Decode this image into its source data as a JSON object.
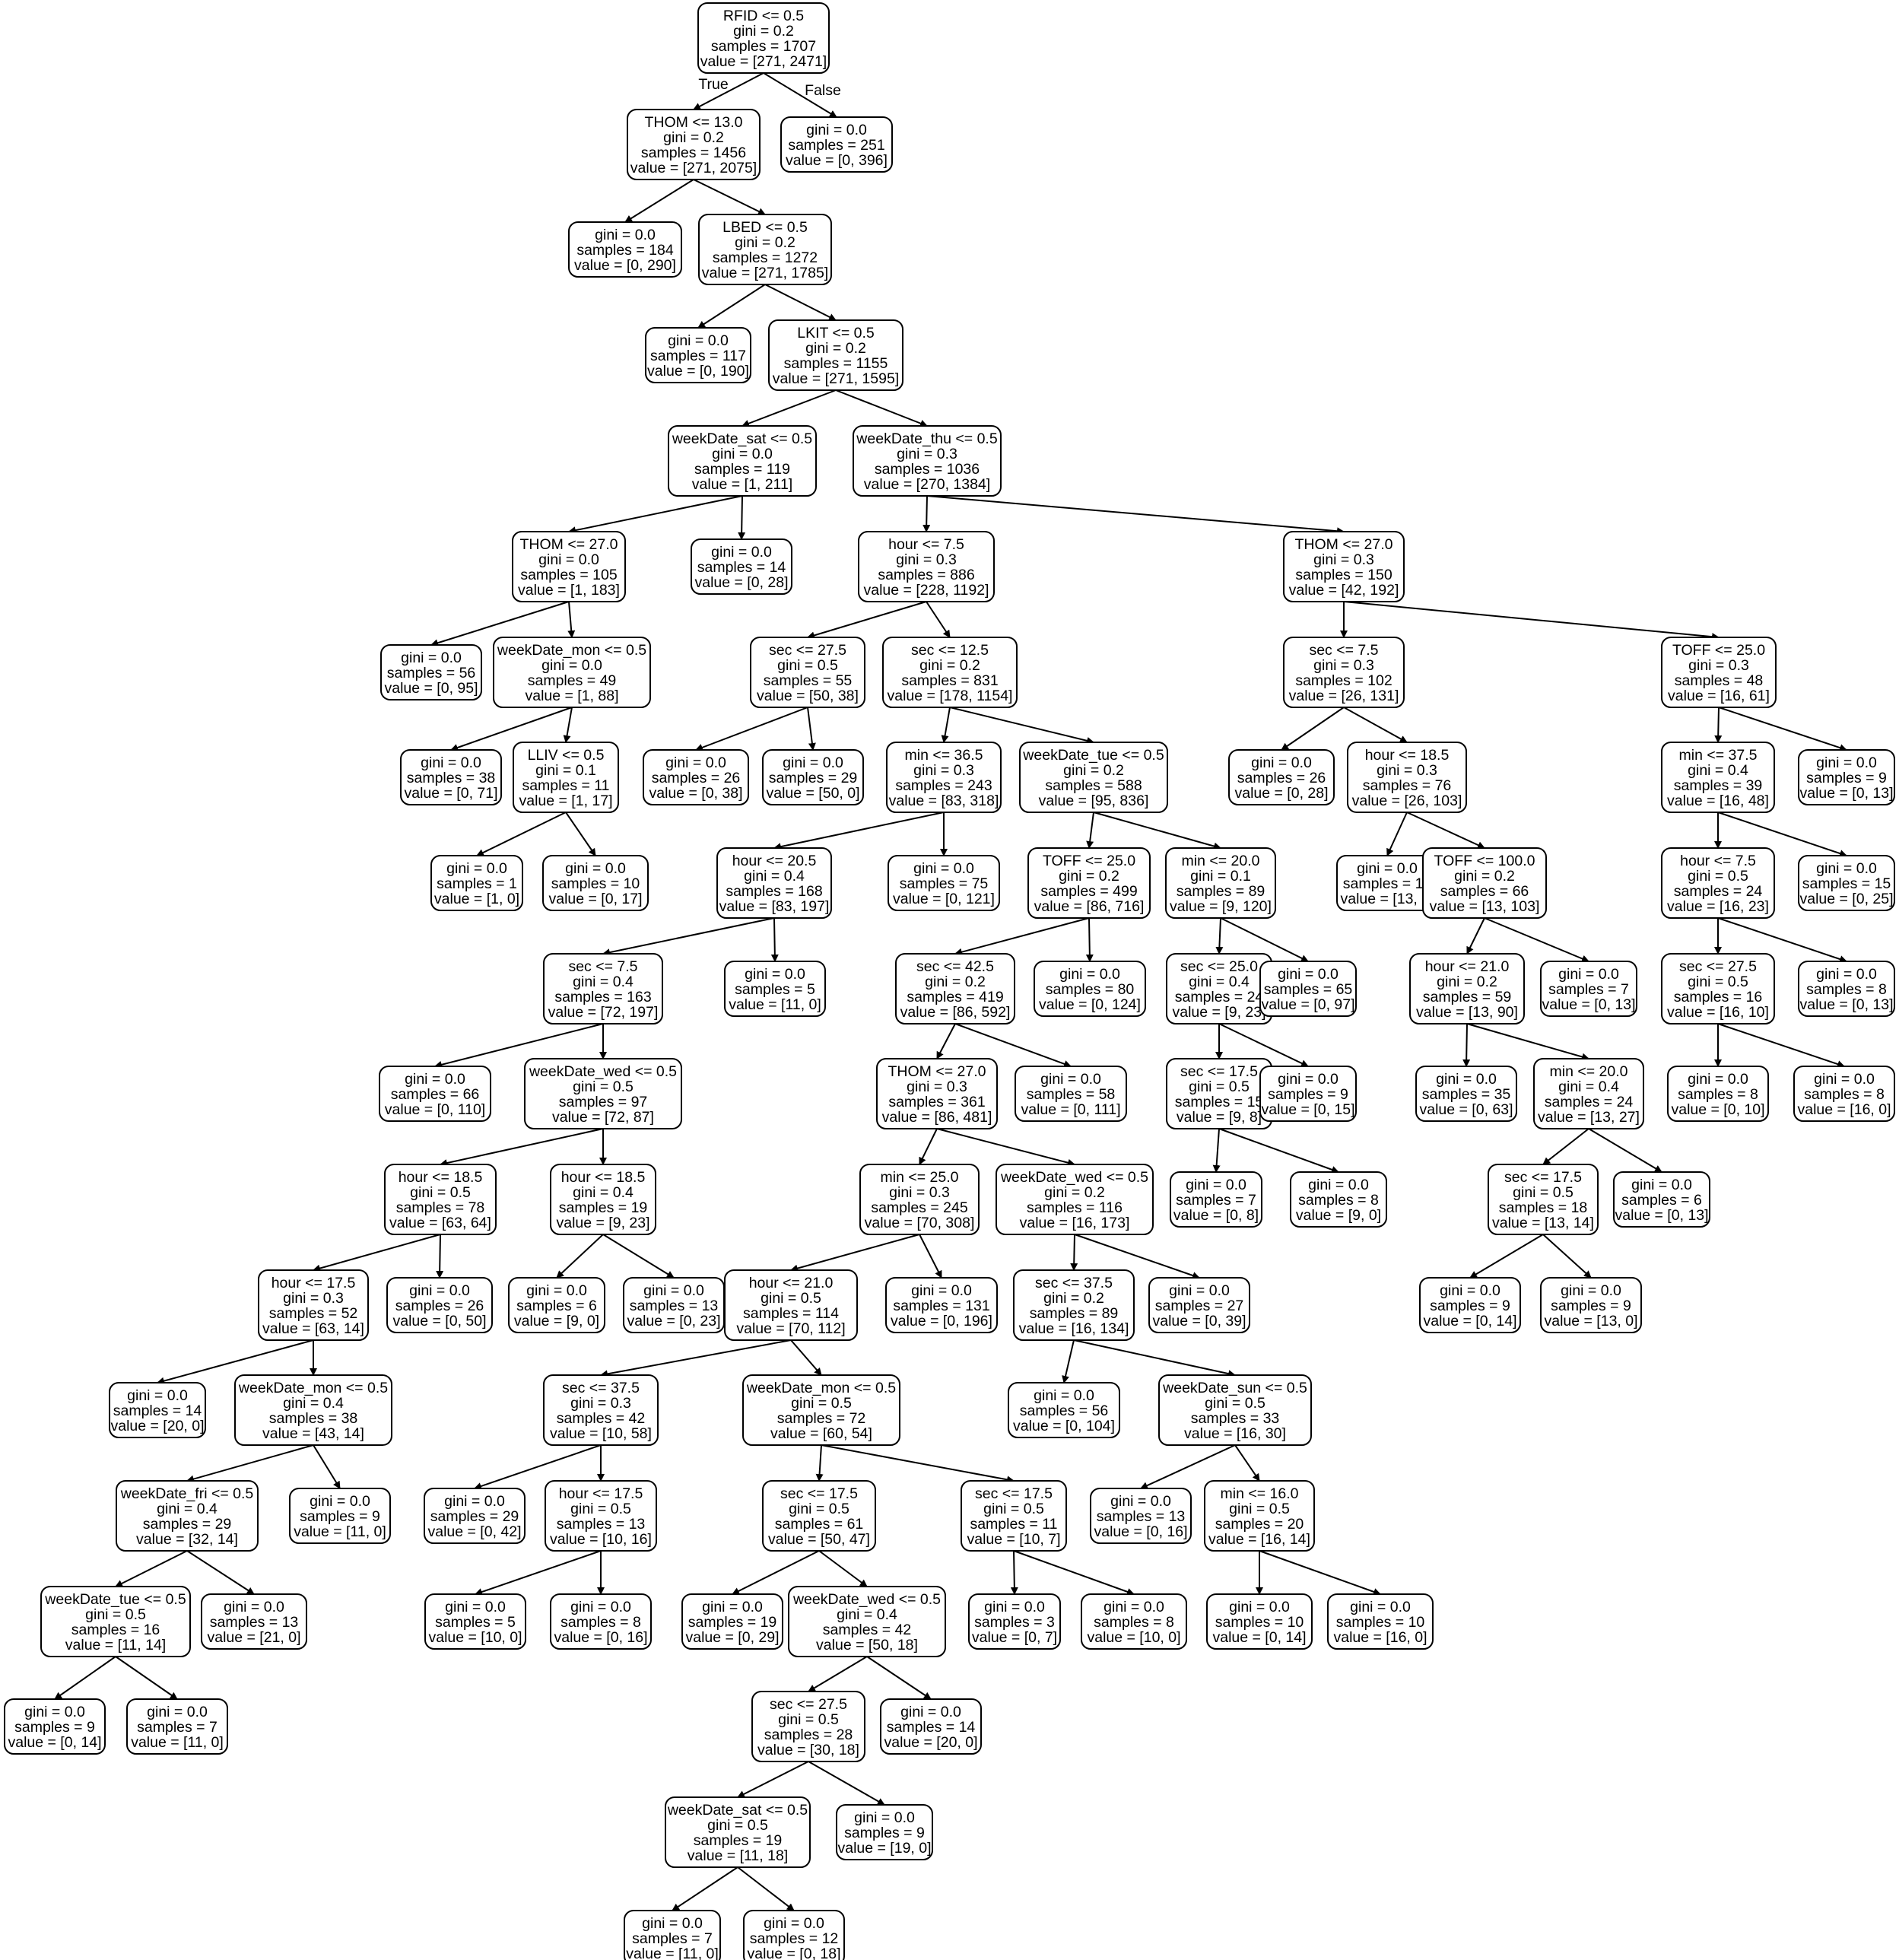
{
  "edge_labels": [
    "True",
    "False"
  ],
  "nodes": [
    {
      "id": "n1",
      "lines": [
        "RFID <= 0.5",
        "gini = 0.2",
        "samples = 1707",
        "value = [271, 2471]"
      ]
    },
    {
      "id": "n2",
      "lines": [
        "THOM <= 13.0",
        "gini = 0.2",
        "samples = 1456",
        "value = [271, 2075]"
      ]
    },
    {
      "id": "n3",
      "lines": [
        "gini = 0.0",
        "samples = 251",
        "value = [0, 396]"
      ]
    },
    {
      "id": "n4",
      "lines": [
        "gini = 0.0",
        "samples = 184",
        "value = [0, 290]"
      ]
    },
    {
      "id": "n5",
      "lines": [
        "LBED <= 0.5",
        "gini = 0.2",
        "samples = 1272",
        "value = [271, 1785]"
      ]
    },
    {
      "id": "n6",
      "lines": [
        "gini = 0.0",
        "samples = 117",
        "value = [0, 190]"
      ]
    },
    {
      "id": "n7",
      "lines": [
        "LKIT <= 0.5",
        "gini = 0.2",
        "samples = 1155",
        "value = [271, 1595]"
      ]
    },
    {
      "id": "n8",
      "lines": [
        "weekDate_sat <= 0.5",
        "gini = 0.0",
        "samples = 119",
        "value = [1, 211]"
      ]
    },
    {
      "id": "n9",
      "lines": [
        "weekDate_thu <= 0.5",
        "gini = 0.3",
        "samples = 1036",
        "value = [270, 1384]"
      ]
    },
    {
      "id": "n10",
      "lines": [
        "THOM <= 27.0",
        "gini = 0.0",
        "samples = 105",
        "value = [1, 183]"
      ]
    },
    {
      "id": "n11",
      "lines": [
        "gini = 0.0",
        "samples = 14",
        "value = [0, 28]"
      ]
    },
    {
      "id": "n12",
      "lines": [
        "hour <= 7.5",
        "gini = 0.3",
        "samples = 886",
        "value = [228, 1192]"
      ]
    },
    {
      "id": "n13",
      "lines": [
        "THOM <= 27.0",
        "gini = 0.3",
        "samples = 150",
        "value = [42, 192]"
      ]
    },
    {
      "id": "n14",
      "lines": [
        "gini = 0.0",
        "samples = 56",
        "value = [0, 95]"
      ]
    },
    {
      "id": "n15",
      "lines": [
        "weekDate_mon <= 0.5",
        "gini = 0.0",
        "samples = 49",
        "value = [1, 88]"
      ]
    },
    {
      "id": "n16",
      "lines": [
        "sec <= 27.5",
        "gini = 0.5",
        "samples = 55",
        "value = [50, 38]"
      ]
    },
    {
      "id": "n17",
      "lines": [
        "sec <= 12.5",
        "gini = 0.2",
        "samples = 831",
        "value = [178, 1154]"
      ]
    },
    {
      "id": "n18",
      "lines": [
        "sec <= 7.5",
        "gini = 0.3",
        "samples = 102",
        "value = [26, 131]"
      ]
    },
    {
      "id": "n19",
      "lines": [
        "TOFF <= 25.0",
        "gini = 0.3",
        "samples = 48",
        "value = [16, 61]"
      ]
    },
    {
      "id": "n20",
      "lines": [
        "gini = 0.0",
        "samples = 38",
        "value = [0, 71]"
      ]
    },
    {
      "id": "n21",
      "lines": [
        "LLIV <= 0.5",
        "gini = 0.1",
        "samples = 11",
        "value = [1, 17]"
      ]
    },
    {
      "id": "n22",
      "lines": [
        "gini = 0.0",
        "samples = 26",
        "value = [0, 38]"
      ]
    },
    {
      "id": "n23",
      "lines": [
        "gini = 0.0",
        "samples = 29",
        "value = [50, 0]"
      ]
    },
    {
      "id": "n24",
      "lines": [
        "min <= 36.5",
        "gini = 0.3",
        "samples = 243",
        "value = [83, 318]"
      ]
    },
    {
      "id": "n25",
      "lines": [
        "weekDate_tue <= 0.5",
        "gini = 0.2",
        "samples = 588",
        "value = [95, 836]"
      ]
    },
    {
      "id": "n26",
      "lines": [
        "gini = 0.0",
        "samples = 26",
        "value = [0, 28]"
      ]
    },
    {
      "id": "n27",
      "lines": [
        "hour <= 18.5",
        "gini = 0.3",
        "samples = 76",
        "value = [26, 103]"
      ]
    },
    {
      "id": "n28",
      "lines": [
        "min <= 37.5",
        "gini = 0.4",
        "samples = 39",
        "value = [16, 48]"
      ]
    },
    {
      "id": "n29",
      "lines": [
        "gini = 0.0",
        "samples = 9",
        "value = [0, 13]"
      ]
    },
    {
      "id": "n30",
      "lines": [
        "gini = 0.0",
        "samples = 1",
        "value = [1, 0]"
      ]
    },
    {
      "id": "n31",
      "lines": [
        "gini = 0.0",
        "samples = 10",
        "value = [0, 17]"
      ]
    },
    {
      "id": "n32",
      "lines": [
        "hour <= 20.5",
        "gini = 0.4",
        "samples = 168",
        "value = [83, 197]"
      ]
    },
    {
      "id": "n33",
      "lines": [
        "gini = 0.0",
        "samples = 75",
        "value = [0, 121]"
      ]
    },
    {
      "id": "n34",
      "lines": [
        "TOFF <= 25.0",
        "gini = 0.2",
        "samples = 499",
        "value = [86, 716]"
      ]
    },
    {
      "id": "n35",
      "lines": [
        "min <= 20.0",
        "gini = 0.1",
        "samples = 89",
        "value = [9, 120]"
      ]
    },
    {
      "id": "n36",
      "lines": [
        "gini = 0.0",
        "samples = 10",
        "value = [13, 0]"
      ]
    },
    {
      "id": "n37",
      "lines": [
        "TOFF <= 100.0",
        "gini = 0.2",
        "samples = 66",
        "value = [13, 103]"
      ]
    },
    {
      "id": "n38",
      "lines": [
        "hour <= 7.5",
        "gini = 0.5",
        "samples = 24",
        "value = [16, 23]"
      ]
    },
    {
      "id": "n39",
      "lines": [
        "gini = 0.0",
        "samples = 15",
        "value = [0, 25]"
      ]
    },
    {
      "id": "n40",
      "lines": [
        "sec <= 7.5",
        "gini = 0.4",
        "samples = 163",
        "value = [72, 197]"
      ]
    },
    {
      "id": "n41",
      "lines": [
        "gini = 0.0",
        "samples = 5",
        "value = [11, 0]"
      ]
    },
    {
      "id": "n42",
      "lines": [
        "sec <= 42.5",
        "gini = 0.2",
        "samples = 419",
        "value = [86, 592]"
      ]
    },
    {
      "id": "n43",
      "lines": [
        "gini = 0.0",
        "samples = 80",
        "value = [0, 124]"
      ]
    },
    {
      "id": "n44",
      "lines": [
        "sec <= 25.0",
        "gini = 0.4",
        "samples = 24",
        "value = [9, 23]"
      ]
    },
    {
      "id": "n45",
      "lines": [
        "gini = 0.0",
        "samples = 65",
        "value = [0, 97]"
      ]
    },
    {
      "id": "n46",
      "lines": [
        "hour <= 21.0",
        "gini = 0.2",
        "samples = 59",
        "value = [13, 90]"
      ]
    },
    {
      "id": "n47",
      "lines": [
        "gini = 0.0",
        "samples = 7",
        "value = [0, 13]"
      ]
    },
    {
      "id": "n48",
      "lines": [
        "sec <= 27.5",
        "gini = 0.5",
        "samples = 16",
        "value = [16, 10]"
      ]
    },
    {
      "id": "n49",
      "lines": [
        "gini = 0.0",
        "samples = 8",
        "value = [0, 13]"
      ]
    },
    {
      "id": "n50",
      "lines": [
        "gini = 0.0",
        "samples = 66",
        "value = [0, 110]"
      ]
    },
    {
      "id": "n51",
      "lines": [
        "weekDate_wed <= 0.5",
        "gini = 0.5",
        "samples = 97",
        "value = [72, 87]"
      ]
    },
    {
      "id": "n52",
      "lines": [
        "THOM <= 27.0",
        "gini = 0.3",
        "samples = 361",
        "value = [86, 481]"
      ]
    },
    {
      "id": "n53",
      "lines": [
        "gini = 0.0",
        "samples = 58",
        "value = [0, 111]"
      ]
    },
    {
      "id": "n54",
      "lines": [
        "sec <= 17.5",
        "gini = 0.5",
        "samples = 15",
        "value = [9, 8]"
      ]
    },
    {
      "id": "n55",
      "lines": [
        "gini = 0.0",
        "samples = 9",
        "value = [0, 15]"
      ]
    },
    {
      "id": "n56",
      "lines": [
        "gini = 0.0",
        "samples = 35",
        "value = [0, 63]"
      ]
    },
    {
      "id": "n57",
      "lines": [
        "min <= 20.0",
        "gini = 0.4",
        "samples = 24",
        "value = [13, 27]"
      ]
    },
    {
      "id": "n58",
      "lines": [
        "gini = 0.0",
        "samples = 8",
        "value = [0, 10]"
      ]
    },
    {
      "id": "n59",
      "lines": [
        "gini = 0.0",
        "samples = 8",
        "value = [16, 0]"
      ]
    },
    {
      "id": "n60",
      "lines": [
        "hour <= 18.5",
        "gini = 0.5",
        "samples = 78",
        "value = [63, 64]"
      ]
    },
    {
      "id": "n61",
      "lines": [
        "hour <= 18.5",
        "gini = 0.4",
        "samples = 19",
        "value = [9, 23]"
      ]
    },
    {
      "id": "n62",
      "lines": [
        "min <= 25.0",
        "gini = 0.3",
        "samples = 245",
        "value = [70, 308]"
      ]
    },
    {
      "id": "n63",
      "lines": [
        "weekDate_wed <= 0.5",
        "gini = 0.2",
        "samples = 116",
        "value = [16, 173]"
      ]
    },
    {
      "id": "n64",
      "lines": [
        "gini = 0.0",
        "samples = 7",
        "value = [0, 8]"
      ]
    },
    {
      "id": "n65",
      "lines": [
        "gini = 0.0",
        "samples = 8",
        "value = [9, 0]"
      ]
    },
    {
      "id": "n66",
      "lines": [
        "sec <= 17.5",
        "gini = 0.5",
        "samples = 18",
        "value = [13, 14]"
      ]
    },
    {
      "id": "n67",
      "lines": [
        "gini = 0.0",
        "samples = 6",
        "value = [0, 13]"
      ]
    },
    {
      "id": "n68",
      "lines": [
        "hour <= 17.5",
        "gini = 0.3",
        "samples = 52",
        "value = [63, 14]"
      ]
    },
    {
      "id": "n69",
      "lines": [
        "gini = 0.0",
        "samples = 26",
        "value = [0, 50]"
      ]
    },
    {
      "id": "n70",
      "lines": [
        "gini = 0.0",
        "samples = 6",
        "value = [9, 0]"
      ]
    },
    {
      "id": "n71",
      "lines": [
        "gini = 0.0",
        "samples = 13",
        "value = [0, 23]"
      ]
    },
    {
      "id": "n72",
      "lines": [
        "hour <= 21.0",
        "gini = 0.5",
        "samples = 114",
        "value = [70, 112]"
      ]
    },
    {
      "id": "n73",
      "lines": [
        "gini = 0.0",
        "samples = 131",
        "value = [0, 196]"
      ]
    },
    {
      "id": "n74",
      "lines": [
        "sec <= 37.5",
        "gini = 0.2",
        "samples = 89",
        "value = [16, 134]"
      ]
    },
    {
      "id": "n75",
      "lines": [
        "gini = 0.0",
        "samples = 27",
        "value = [0, 39]"
      ]
    },
    {
      "id": "n76",
      "lines": [
        "gini = 0.0",
        "samples = 9",
        "value = [0, 14]"
      ]
    },
    {
      "id": "n77",
      "lines": [
        "gini = 0.0",
        "samples = 9",
        "value = [13, 0]"
      ]
    },
    {
      "id": "n78",
      "lines": [
        "gini = 0.0",
        "samples = 14",
        "value = [20, 0]"
      ]
    },
    {
      "id": "n79",
      "lines": [
        "weekDate_mon <= 0.5",
        "gini = 0.4",
        "samples = 38",
        "value = [43, 14]"
      ]
    },
    {
      "id": "n80",
      "lines": [
        "sec <= 37.5",
        "gini = 0.3",
        "samples = 42",
        "value = [10, 58]"
      ]
    },
    {
      "id": "n81",
      "lines": [
        "weekDate_mon <= 0.5",
        "gini = 0.5",
        "samples = 72",
        "value = [60, 54]"
      ]
    },
    {
      "id": "n82",
      "lines": [
        "gini = 0.0",
        "samples = 56",
        "value = [0, 104]"
      ]
    },
    {
      "id": "n83",
      "lines": [
        "weekDate_sun <= 0.5",
        "gini = 0.5",
        "samples = 33",
        "value = [16, 30]"
      ]
    },
    {
      "id": "n84",
      "lines": [
        "weekDate_fri <= 0.5",
        "gini = 0.4",
        "samples = 29",
        "value = [32, 14]"
      ]
    },
    {
      "id": "n85",
      "lines": [
        "gini = 0.0",
        "samples = 9",
        "value = [11, 0]"
      ]
    },
    {
      "id": "n86",
      "lines": [
        "gini = 0.0",
        "samples = 29",
        "value = [0, 42]"
      ]
    },
    {
      "id": "n87",
      "lines": [
        "hour <= 17.5",
        "gini = 0.5",
        "samples = 13",
        "value = [10, 16]"
      ]
    },
    {
      "id": "n88",
      "lines": [
        "sec <= 17.5",
        "gini = 0.5",
        "samples = 61",
        "value = [50, 47]"
      ]
    },
    {
      "id": "n89",
      "lines": [
        "sec <= 17.5",
        "gini = 0.5",
        "samples = 11",
        "value = [10, 7]"
      ]
    },
    {
      "id": "n90",
      "lines": [
        "gini = 0.0",
        "samples = 13",
        "value = [0, 16]"
      ]
    },
    {
      "id": "n91",
      "lines": [
        "min <= 16.0",
        "gini = 0.5",
        "samples = 20",
        "value = [16, 14]"
      ]
    },
    {
      "id": "n92",
      "lines": [
        "weekDate_tue <= 0.5",
        "gini = 0.5",
        "samples = 16",
        "value = [11, 14]"
      ]
    },
    {
      "id": "n93",
      "lines": [
        "gini = 0.0",
        "samples = 13",
        "value = [21, 0]"
      ]
    },
    {
      "id": "n94",
      "lines": [
        "gini = 0.0",
        "samples = 5",
        "value = [10, 0]"
      ]
    },
    {
      "id": "n95",
      "lines": [
        "gini = 0.0",
        "samples = 8",
        "value = [0, 16]"
      ]
    },
    {
      "id": "n96",
      "lines": [
        "gini = 0.0",
        "samples = 19",
        "value = [0, 29]"
      ]
    },
    {
      "id": "n97",
      "lines": [
        "weekDate_wed <= 0.5",
        "gini = 0.4",
        "samples = 42",
        "value = [50, 18]"
      ]
    },
    {
      "id": "n98",
      "lines": [
        "gini = 0.0",
        "samples = 3",
        "value = [0, 7]"
      ]
    },
    {
      "id": "n99",
      "lines": [
        "gini = 0.0",
        "samples = 8",
        "value = [10, 0]"
      ]
    },
    {
      "id": "n100",
      "lines": [
        "gini = 0.0",
        "samples = 10",
        "value = [0, 14]"
      ]
    },
    {
      "id": "n101",
      "lines": [
        "gini = 0.0",
        "samples = 10",
        "value = [16, 0]"
      ]
    },
    {
      "id": "n102",
      "lines": [
        "gini = 0.0",
        "samples = 9",
        "value = [0, 14]"
      ]
    },
    {
      "id": "n103",
      "lines": [
        "gini = 0.0",
        "samples = 7",
        "value = [11, 0]"
      ]
    },
    {
      "id": "n104",
      "lines": [
        "sec <= 27.5",
        "gini = 0.5",
        "samples = 28",
        "value = [30, 18]"
      ]
    },
    {
      "id": "n105",
      "lines": [
        "gini = 0.0",
        "samples = 14",
        "value = [20, 0]"
      ]
    },
    {
      "id": "n106",
      "lines": [
        "weekDate_sat <= 0.5",
        "gini = 0.5",
        "samples = 19",
        "value = [11, 18]"
      ]
    },
    {
      "id": "n107",
      "lines": [
        "gini = 0.0",
        "samples = 9",
        "value = [19, 0]"
      ]
    },
    {
      "id": "n108",
      "lines": [
        "gini = 0.0",
        "samples = 7",
        "value = [11, 0]"
      ]
    },
    {
      "id": "n109",
      "lines": [
        "gini = 0.0",
        "samples = 12",
        "value = [0, 18]"
      ]
    }
  ],
  "edges": [
    [
      "n1",
      "n2"
    ],
    [
      "n1",
      "n3"
    ],
    [
      "n2",
      "n4"
    ],
    [
      "n2",
      "n5"
    ],
    [
      "n5",
      "n6"
    ],
    [
      "n5",
      "n7"
    ],
    [
      "n7",
      "n8"
    ],
    [
      "n7",
      "n9"
    ],
    [
      "n8",
      "n10"
    ],
    [
      "n8",
      "n11"
    ],
    [
      "n9",
      "n12"
    ],
    [
      "n9",
      "n13"
    ],
    [
      "n10",
      "n14"
    ],
    [
      "n10",
      "n15"
    ],
    [
      "n12",
      "n16"
    ],
    [
      "n12",
      "n17"
    ],
    [
      "n13",
      "n18"
    ],
    [
      "n13",
      "n19"
    ],
    [
      "n15",
      "n20"
    ],
    [
      "n15",
      "n21"
    ],
    [
      "n16",
      "n22"
    ],
    [
      "n16",
      "n23"
    ],
    [
      "n17",
      "n24"
    ],
    [
      "n17",
      "n25"
    ],
    [
      "n18",
      "n26"
    ],
    [
      "n18",
      "n27"
    ],
    [
      "n19",
      "n28"
    ],
    [
      "n19",
      "n29"
    ],
    [
      "n21",
      "n30"
    ],
    [
      "n21",
      "n31"
    ],
    [
      "n24",
      "n32"
    ],
    [
      "n24",
      "n33"
    ],
    [
      "n25",
      "n34"
    ],
    [
      "n25",
      "n35"
    ],
    [
      "n27",
      "n36"
    ],
    [
      "n27",
      "n37"
    ],
    [
      "n28",
      "n38"
    ],
    [
      "n28",
      "n39"
    ],
    [
      "n32",
      "n40"
    ],
    [
      "n32",
      "n41"
    ],
    [
      "n34",
      "n42"
    ],
    [
      "n34",
      "n43"
    ],
    [
      "n35",
      "n44"
    ],
    [
      "n35",
      "n45"
    ],
    [
      "n37",
      "n46"
    ],
    [
      "n37",
      "n47"
    ],
    [
      "n38",
      "n48"
    ],
    [
      "n38",
      "n49"
    ],
    [
      "n40",
      "n50"
    ],
    [
      "n40",
      "n51"
    ],
    [
      "n42",
      "n52"
    ],
    [
      "n42",
      "n53"
    ],
    [
      "n44",
      "n54"
    ],
    [
      "n44",
      "n55"
    ],
    [
      "n46",
      "n56"
    ],
    [
      "n46",
      "n57"
    ],
    [
      "n48",
      "n58"
    ],
    [
      "n48",
      "n59"
    ],
    [
      "n51",
      "n60"
    ],
    [
      "n51",
      "n61"
    ],
    [
      "n52",
      "n62"
    ],
    [
      "n52",
      "n63"
    ],
    [
      "n54",
      "n64"
    ],
    [
      "n54",
      "n65"
    ],
    [
      "n57",
      "n66"
    ],
    [
      "n57",
      "n67"
    ],
    [
      "n60",
      "n68"
    ],
    [
      "n60",
      "n69"
    ],
    [
      "n61",
      "n70"
    ],
    [
      "n61",
      "n71"
    ],
    [
      "n62",
      "n72"
    ],
    [
      "n62",
      "n73"
    ],
    [
      "n63",
      "n74"
    ],
    [
      "n63",
      "n75"
    ],
    [
      "n66",
      "n76"
    ],
    [
      "n66",
      "n77"
    ],
    [
      "n68",
      "n78"
    ],
    [
      "n68",
      "n79"
    ],
    [
      "n72",
      "n80"
    ],
    [
      "n72",
      "n81"
    ],
    [
      "n74",
      "n82"
    ],
    [
      "n74",
      "n83"
    ],
    [
      "n79",
      "n84"
    ],
    [
      "n79",
      "n85"
    ],
    [
      "n80",
      "n86"
    ],
    [
      "n80",
      "n87"
    ],
    [
      "n81",
      "n88"
    ],
    [
      "n81",
      "n89"
    ],
    [
      "n83",
      "n90"
    ],
    [
      "n83",
      "n91"
    ],
    [
      "n84",
      "n92"
    ],
    [
      "n84",
      "n93"
    ],
    [
      "n87",
      "n94"
    ],
    [
      "n87",
      "n95"
    ],
    [
      "n88",
      "n96"
    ],
    [
      "n88",
      "n97"
    ],
    [
      "n89",
      "n98"
    ],
    [
      "n89",
      "n99"
    ],
    [
      "n91",
      "n100"
    ],
    [
      "n91",
      "n101"
    ],
    [
      "n92",
      "n102"
    ],
    [
      "n92",
      "n103"
    ],
    [
      "n97",
      "n104"
    ],
    [
      "n97",
      "n105"
    ],
    [
      "n104",
      "n106"
    ],
    [
      "n104",
      "n107"
    ],
    [
      "n106",
      "n108"
    ],
    [
      "n106",
      "n109"
    ]
  ]
}
